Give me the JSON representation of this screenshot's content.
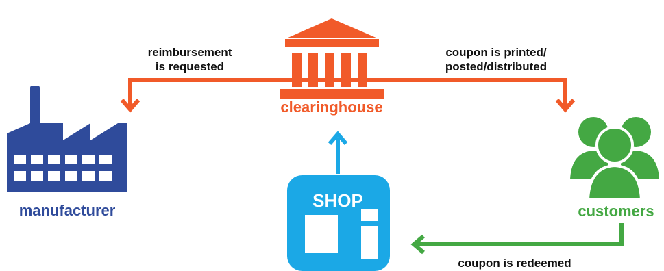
{
  "colors": {
    "manufacturer": "#2f4b9b",
    "clearinghouse": "#f15a29",
    "shop": "#1ba8e6",
    "customers": "#44a843",
    "text": "#111111",
    "white": "#ffffff"
  },
  "nodes": {
    "manufacturer": {
      "label": "manufacturer",
      "icon": "factory-icon"
    },
    "clearinghouse": {
      "label": "clearinghouse",
      "icon": "bank-icon"
    },
    "shop": {
      "label": "SHOP",
      "icon": "shop-icon"
    },
    "customers": {
      "label": "customers",
      "icon": "people-icon"
    }
  },
  "edges": {
    "reimbursement": {
      "line1": "reimbursement",
      "line2": "is requested"
    },
    "coupon_printed": {
      "line1": "coupon is printed/",
      "line2": "posted/distributed"
    },
    "coupon_redeemed": {
      "line1": "coupon is redeemed"
    }
  }
}
